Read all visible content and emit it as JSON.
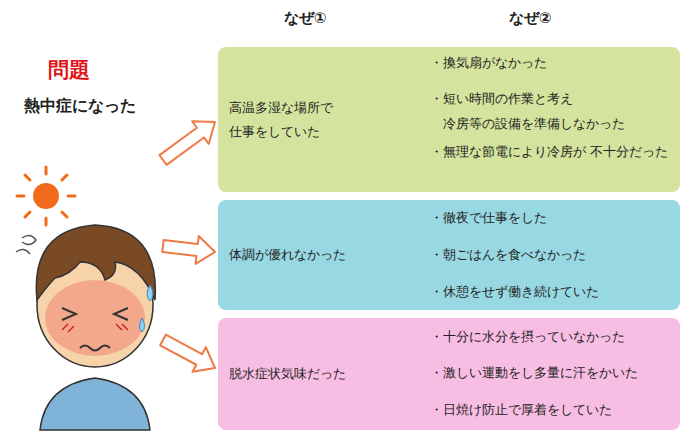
{
  "diagram": {
    "nodes": [
      {
        "text": [
          "問題",
          "熱中症になった"
        ]
      },
      {
        "text": [
          "高温多湿な場所で 仕事をしていた"
        ]
      },
      {
        "text": [
          "・換気扇がなかった"
        ],
        "in": 1
      },
      {
        "text": [
          "・短い時間の作業と考え 冷房等の設備を準備しなかった"
        ],
        "in": 1
      },
      {
        "text": [
          "・無理な節電により冷房が 不十分だった"
        ],
        "in": 1
      },
      {
        "text": [
          "体調が優れなかった"
        ]
      },
      {
        "text": [
          "・徹夜で仕事をした"
        ],
        "in": 5
      },
      {
        "text": [
          "・朝ごはんを食べなかった"
        ],
        "in": 5
      },
      {
        "text": [
          "・休憩をせず働き続けていた"
        ],
        "in": 5
      },
      {
        "text": [
          "脱水症状気味だった"
        ]
      },
      {
        "text": [
          "・十分に水分を摂っていなかった"
        ],
        "in": 9
      },
      {
        "text": [
          "・激しい運動をし多量に汗をかいた"
        ],
        "in": 9
      },
      {
        "text": [
          "・日焼け防止で厚着をしていた"
        ],
        "in": 9
      }
    ],
    "edges": [
      {
        "from": 0,
        "to": 1,
        "arrow": "to"
      },
      {
        "from": 0,
        "to": 5,
        "arrow": "to"
      },
      {
        "from": 0,
        "to": 9,
        "arrow": "to"
      },
      {
        "from": 1,
        "to": 2,
        "arrow": "to"
      },
      {
        "from": 1,
        "to": 3,
        "arrow": "to"
      },
      {
        "from": 1,
        "to": 4,
        "arrow": "to"
      },
      {
        "from": 5,
        "to": 6,
        "arrow": "to"
      },
      {
        "from": 5,
        "to": 7,
        "arrow": "to"
      },
      {
        "from": 5,
        "to": 8,
        "arrow": "to"
      },
      {
        "from": 9,
        "to": 10,
        "arrow": "to"
      },
      {
        "from": 9,
        "to": 11,
        "arrow": "to"
      },
      {
        "from": 9,
        "to": 12,
        "arrow": "to"
      }
    ],
    "labels": [
      "なぜ①",
      "なぜ②"
    ]
  }
}
